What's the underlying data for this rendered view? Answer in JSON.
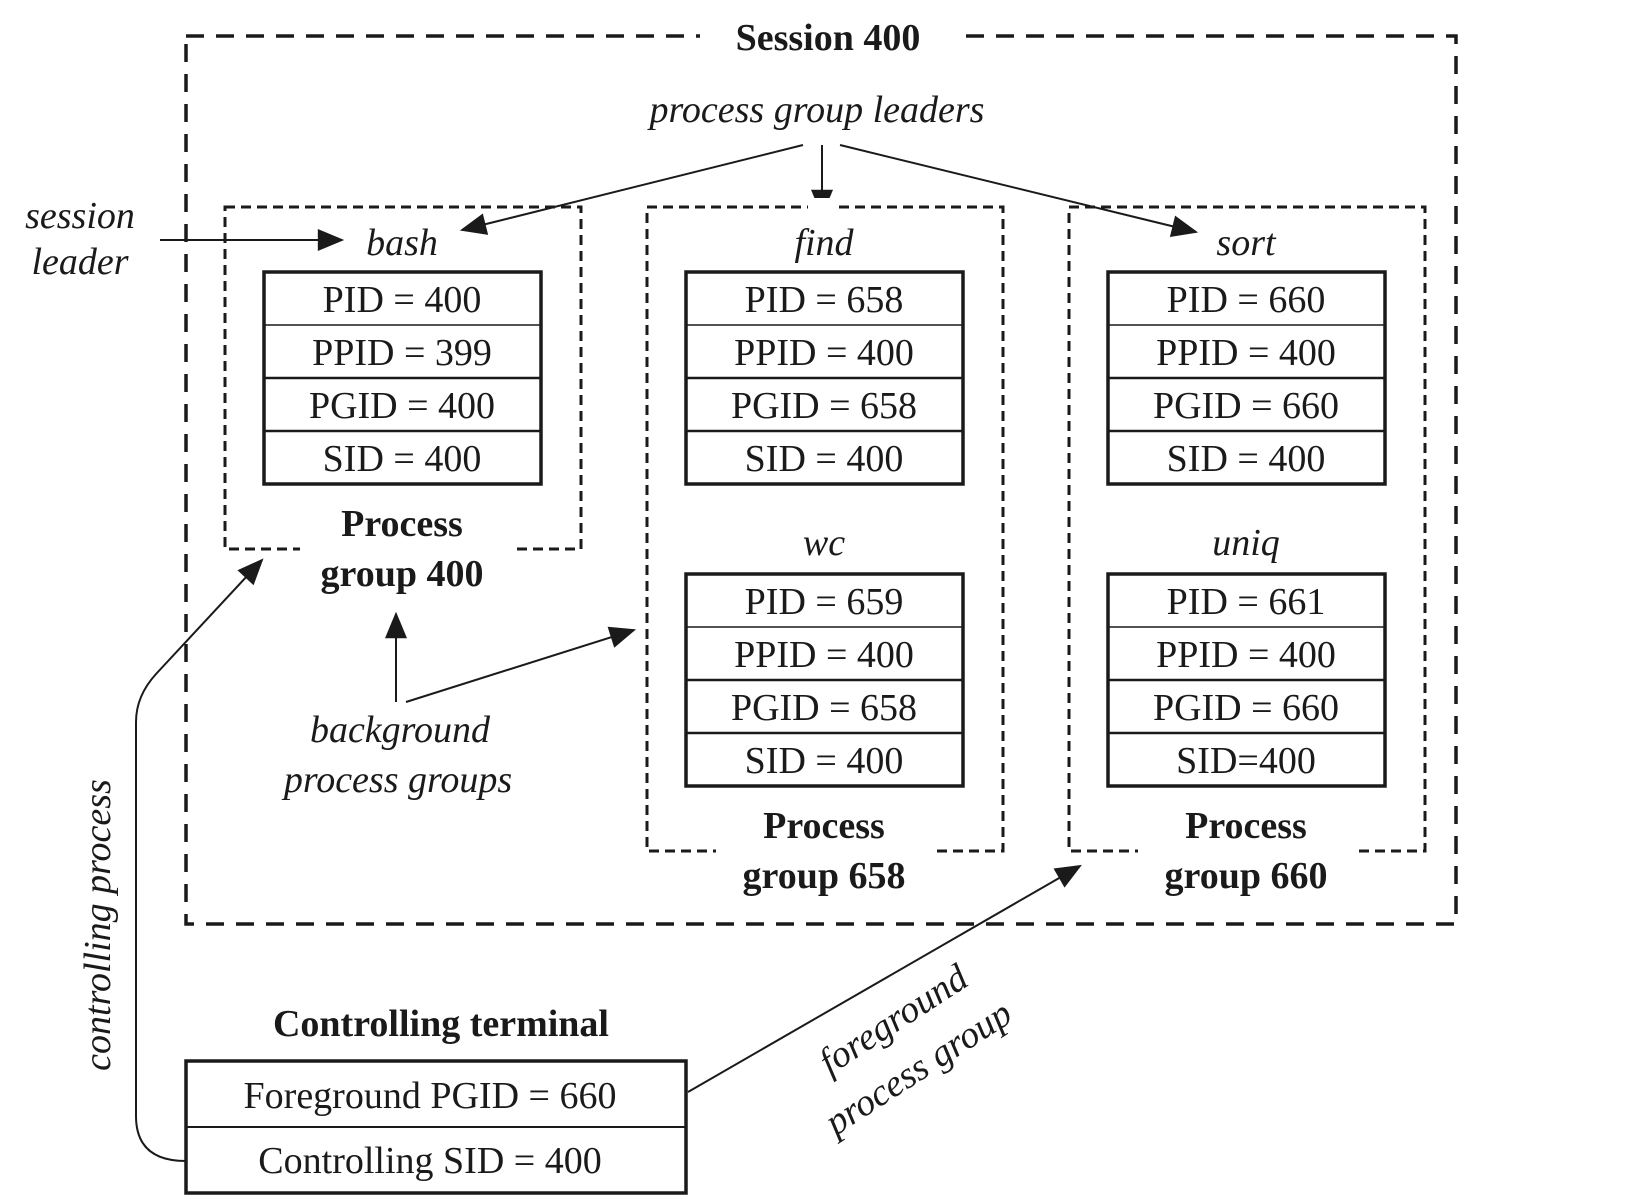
{
  "session": {
    "title": "Session 400"
  },
  "annotations": {
    "process_group_leaders": "process group leaders",
    "session_leader_line1": "session",
    "session_leader_line2": "leader",
    "background_line1": "background",
    "background_line2": "process groups",
    "controlling_process": "controlling process",
    "foreground_line1": "foreground",
    "foreground_line2": "process group"
  },
  "process_groups": [
    {
      "label_line1": "Process",
      "label_line2": "group 400",
      "processes": [
        {
          "name": "bash",
          "fields": [
            "PID = 400",
            "PPID = 399",
            "PGID = 400",
            "SID = 400"
          ]
        }
      ]
    },
    {
      "label_line1": "Process",
      "label_line2": "group 658",
      "processes": [
        {
          "name": "find",
          "fields": [
            "PID = 658",
            "PPID = 400",
            "PGID = 658",
            "SID = 400"
          ]
        },
        {
          "name": "wc",
          "fields": [
            "PID = 659",
            "PPID = 400",
            "PGID = 658",
            "SID = 400"
          ]
        }
      ]
    },
    {
      "label_line1": "Process",
      "label_line2": "group 660",
      "processes": [
        {
          "name": "sort",
          "fields": [
            "PID = 660",
            "PPID = 400",
            "PGID = 660",
            "SID = 400"
          ]
        },
        {
          "name": "uniq",
          "fields": [
            "PID = 661",
            "PPID = 400",
            "PGID = 660",
            "SID=400"
          ]
        }
      ]
    }
  ],
  "terminal": {
    "title": "Controlling terminal",
    "rows": [
      "Foreground PGID = 660",
      "Controlling SID = 400"
    ]
  }
}
